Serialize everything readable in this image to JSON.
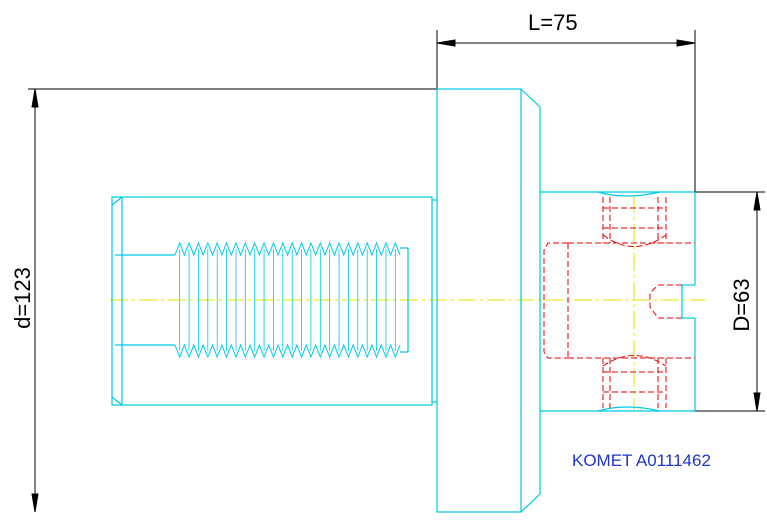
{
  "dimensions": {
    "length": "L=75",
    "outer_diameter": "d=123",
    "inner_diameter": "D=63"
  },
  "part_number": "KOMET A0111462",
  "colors": {
    "outline": "#00c8e6",
    "hidden": "#e60000",
    "centerline": "#e6e600",
    "dimension": "#000000",
    "part_number": "#2233cc"
  }
}
